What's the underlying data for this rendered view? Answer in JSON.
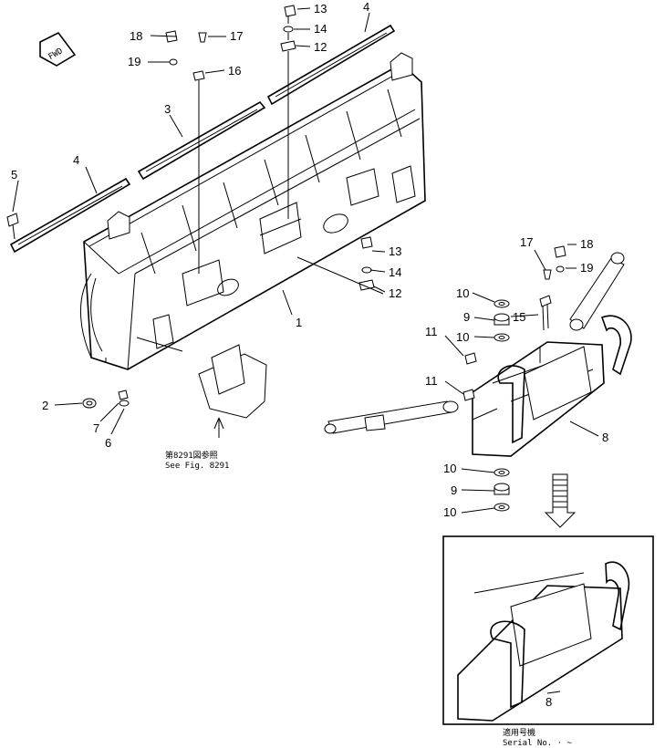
{
  "callouts": {
    "c1": "1",
    "c2": "2",
    "c3": "3",
    "c4a": "4",
    "c4b": "4",
    "c5": "5",
    "c6": "6",
    "c7": "7",
    "c8a": "8",
    "c8b": "8",
    "c9a": "9",
    "c9b": "9",
    "c10a": "10",
    "c10b": "10",
    "c10c": "10",
    "c10d": "10",
    "c11a": "11",
    "c11b": "11",
    "c12a": "12",
    "c12b": "12",
    "c13a": "13",
    "c13b": "13",
    "c14a": "14",
    "c14b": "14",
    "c15": "15",
    "c16": "16",
    "c17a": "17",
    "c17b": "17",
    "c18a": "18",
    "c18b": "18",
    "c19a": "19",
    "c19b": "19"
  },
  "fwd_label": "FWD",
  "see_fig": {
    "line1": "第8291図参照",
    "line2": "See Fig. 8291"
  },
  "serial": {
    "line1": "適用号機",
    "line2": "Serial No. · ~"
  }
}
